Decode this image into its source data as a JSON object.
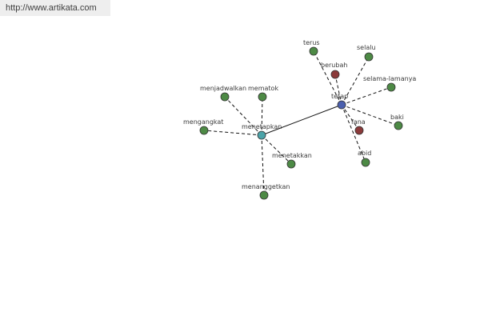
{
  "header": {
    "url": "http://www.artikata.com"
  },
  "colors": {
    "center_primary": "#4a5fae",
    "center_secondary": "#4ba3a8",
    "synonym": "#4d8a45",
    "antonym": "#8b3a3a"
  },
  "graph": {
    "center": "tetap",
    "nodes": [
      {
        "id": "tetap",
        "label": "tetap",
        "kind": "center_primary"
      },
      {
        "id": "menetapkan",
        "label": "menetapkan",
        "kind": "center_secondary"
      },
      {
        "id": "terus",
        "label": "terus",
        "kind": "synonym"
      },
      {
        "id": "selalu",
        "label": "selalu",
        "kind": "synonym"
      },
      {
        "id": "berubah",
        "label": "berubah",
        "kind": "antonym"
      },
      {
        "id": "selama-lamanya",
        "label": "selama-lamanya",
        "kind": "synonym"
      },
      {
        "id": "baki",
        "label": "baki",
        "kind": "synonym"
      },
      {
        "id": "fana",
        "label": "fana",
        "kind": "antonym"
      },
      {
        "id": "abid",
        "label": "abid",
        "kind": "synonym"
      },
      {
        "id": "menjadwalkan",
        "label": "menjadwalkan",
        "kind": "synonym"
      },
      {
        "id": "mematok",
        "label": "mematok",
        "kind": "synonym"
      },
      {
        "id": "mengangkat",
        "label": "mengangkat",
        "kind": "synonym"
      },
      {
        "id": "menetakkan",
        "label": "menetakkan",
        "kind": "synonym"
      },
      {
        "id": "menanggetkan",
        "label": "menanggetkan",
        "kind": "synonym"
      }
    ],
    "edges": [
      {
        "from": "tetap",
        "to": "menetapkan",
        "style": "solid"
      },
      {
        "from": "tetap",
        "to": "terus",
        "style": "dashed"
      },
      {
        "from": "tetap",
        "to": "selalu",
        "style": "dashed"
      },
      {
        "from": "tetap",
        "to": "berubah",
        "style": "dashed"
      },
      {
        "from": "tetap",
        "to": "selama-lamanya",
        "style": "dashed"
      },
      {
        "from": "tetap",
        "to": "baki",
        "style": "dashed"
      },
      {
        "from": "tetap",
        "to": "fana",
        "style": "dashed"
      },
      {
        "from": "tetap",
        "to": "abid",
        "style": "dashed"
      },
      {
        "from": "menetapkan",
        "to": "menjadwalkan",
        "style": "dashed"
      },
      {
        "from": "menetapkan",
        "to": "mematok",
        "style": "dashed"
      },
      {
        "from": "menetapkan",
        "to": "mengangkat",
        "style": "dashed"
      },
      {
        "from": "menetapkan",
        "to": "menetakkan",
        "style": "dashed"
      },
      {
        "from": "menetapkan",
        "to": "menanggetkan",
        "style": "dashed"
      }
    ]
  }
}
